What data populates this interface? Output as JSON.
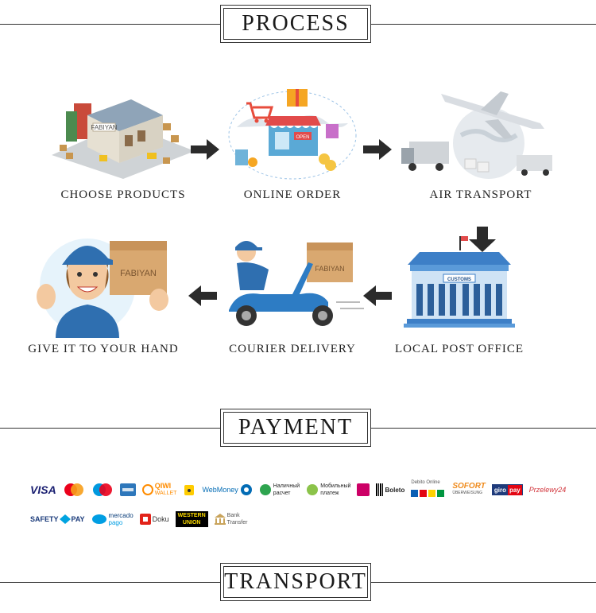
{
  "sections": {
    "process": "PROCESS",
    "payment": "PAYMENT",
    "transport": "TRANSPORT"
  },
  "process_steps": [
    {
      "label": "CHOOSE PRODUCTS",
      "brand": "FABIYAN"
    },
    {
      "label": "ONLINE ORDER",
      "sign": "OPEN"
    },
    {
      "label": "AIR TRANSPORT"
    },
    {
      "label": "LOCAL POST OFFICE",
      "sign": "CUSTOMS"
    },
    {
      "label": "COURIER DELIVERY",
      "brand": "FABIYAN"
    },
    {
      "label": "GIVE IT TO YOUR HAND",
      "brand": "FABIYAN"
    }
  ],
  "payment_row1": {
    "visa": "VISA",
    "qiwi": "QIWI",
    "qiwi_sub": "WALLET",
    "webmoney": "WebMoney",
    "nalichny_1": "Наличный",
    "nalichny_2": "расчет",
    "mobilny_1": "Мобильный",
    "mobilny_2": "платеж",
    "boleto": "Boleto",
    "debito": "Debito Online",
    "sofort": "SOFORT",
    "sofort_sub": "ÜBERWEISUNG",
    "giropay_a": "giro",
    "giropay_b": "pay",
    "przelewy": "Przelewy24"
  },
  "payment_row2": {
    "safetypay_a": "SAFETY",
    "safetypay_b": "PAY",
    "mercadopago_a": "mercado",
    "mercadopago_b": "pago",
    "doku": "Doku",
    "wu_1": "WESTERN",
    "wu_2": "UNION",
    "bank_1": "Bank",
    "bank_2": "Transfer"
  },
  "colors": {
    "arrow": "#2b2b2b",
    "visa": "#1a1f71",
    "mastercard_red": "#eb001b",
    "mastercard_orange": "#f79e1b",
    "amex": "#2e77bb",
    "sofort": "#ef8b1d",
    "giropay": "#1f3b7b",
    "wu_yellow": "#ffdd00",
    "doku_red": "#e2231a"
  }
}
